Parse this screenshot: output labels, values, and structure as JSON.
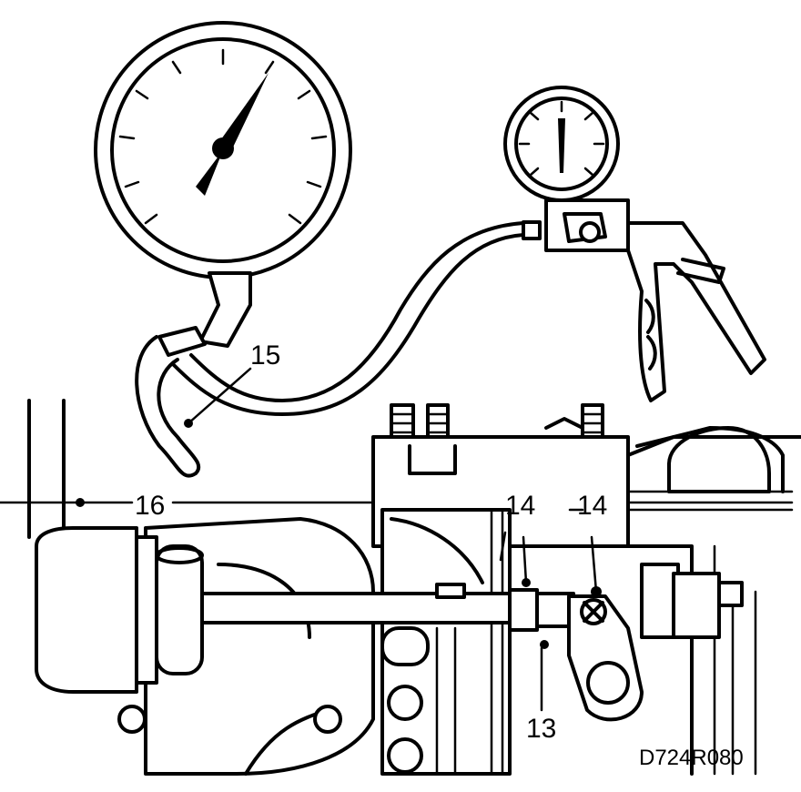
{
  "figure_code": "D724R080",
  "callouts": {
    "c13": "13",
    "c14a": "14",
    "c14b": "14",
    "c15": "15",
    "c16": "16"
  },
  "icons": {
    "large_gauge": "pressure-gauge-icon",
    "small_gauge": "vacuum-pump-gauge-icon",
    "actuator": "wastegate-actuator-icon"
  },
  "colors": {
    "ink": "#000000",
    "paper": "#ffffff"
  }
}
